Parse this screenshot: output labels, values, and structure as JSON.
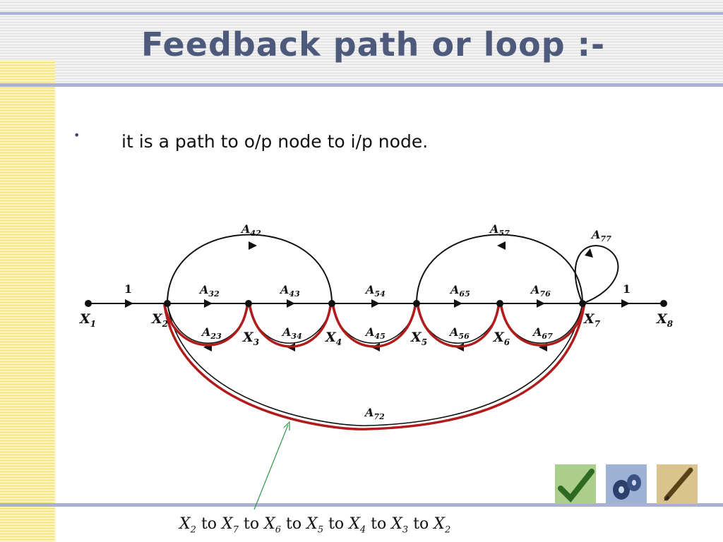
{
  "slide": {
    "title": "Feedback path or loop :-",
    "bullet_text": "it is a path to o/p node to i/p node."
  },
  "diagram": {
    "node_labels": [
      "X1",
      "X2",
      "X3",
      "X4",
      "X5",
      "X6",
      "X7",
      "X8"
    ],
    "branch_labels": {
      "in": "1",
      "out": "1",
      "A42": "A42",
      "A32": "A32",
      "A43": "A43",
      "A54": "A54",
      "A65": "A65",
      "A76": "A76",
      "A57": "A57",
      "A77": "A77",
      "A23": "A23",
      "A34": "A34",
      "A45": "A45",
      "A56": "A56",
      "A67": "A67",
      "A72": "A72"
    },
    "caption_parts": [
      "X2",
      "to",
      "X7",
      "to",
      "X6",
      "to",
      "X5",
      "to",
      "X4",
      "to",
      "X3",
      "to",
      "X2"
    ],
    "highlight_color": "#b01c1c",
    "pointer_color": "#2a9a4a"
  },
  "thumbnails": [
    {
      "icon": "checkmark-icon"
    },
    {
      "icon": "disc-icon"
    },
    {
      "icon": "pen-icon"
    }
  ]
}
